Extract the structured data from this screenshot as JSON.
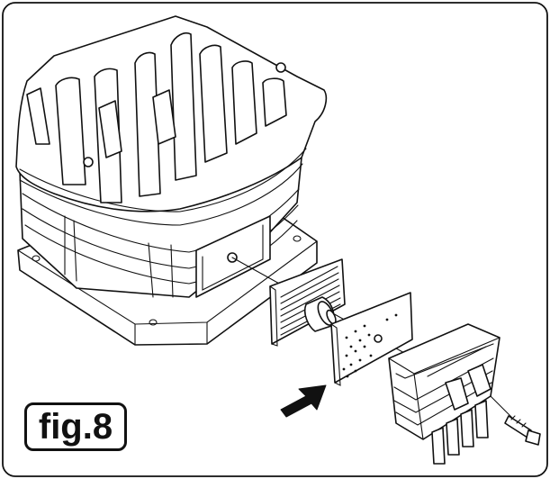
{
  "figure": {
    "label": "fig.8"
  },
  "parts": [
    {
      "id": "cooler-block",
      "name": "finned-cooling-block"
    },
    {
      "id": "gasket",
      "name": "ribbed-gasket"
    },
    {
      "id": "plug",
      "name": "cylindrical-plug"
    },
    {
      "id": "pad",
      "name": "dotted-thermal-pad"
    },
    {
      "id": "cap",
      "name": "finned-cap"
    },
    {
      "id": "screw",
      "name": "mounting-screw"
    }
  ],
  "colors": {
    "line": "#111111",
    "background": "#ffffff"
  },
  "icons": {
    "direction": "assembly-arrow-icon"
  }
}
